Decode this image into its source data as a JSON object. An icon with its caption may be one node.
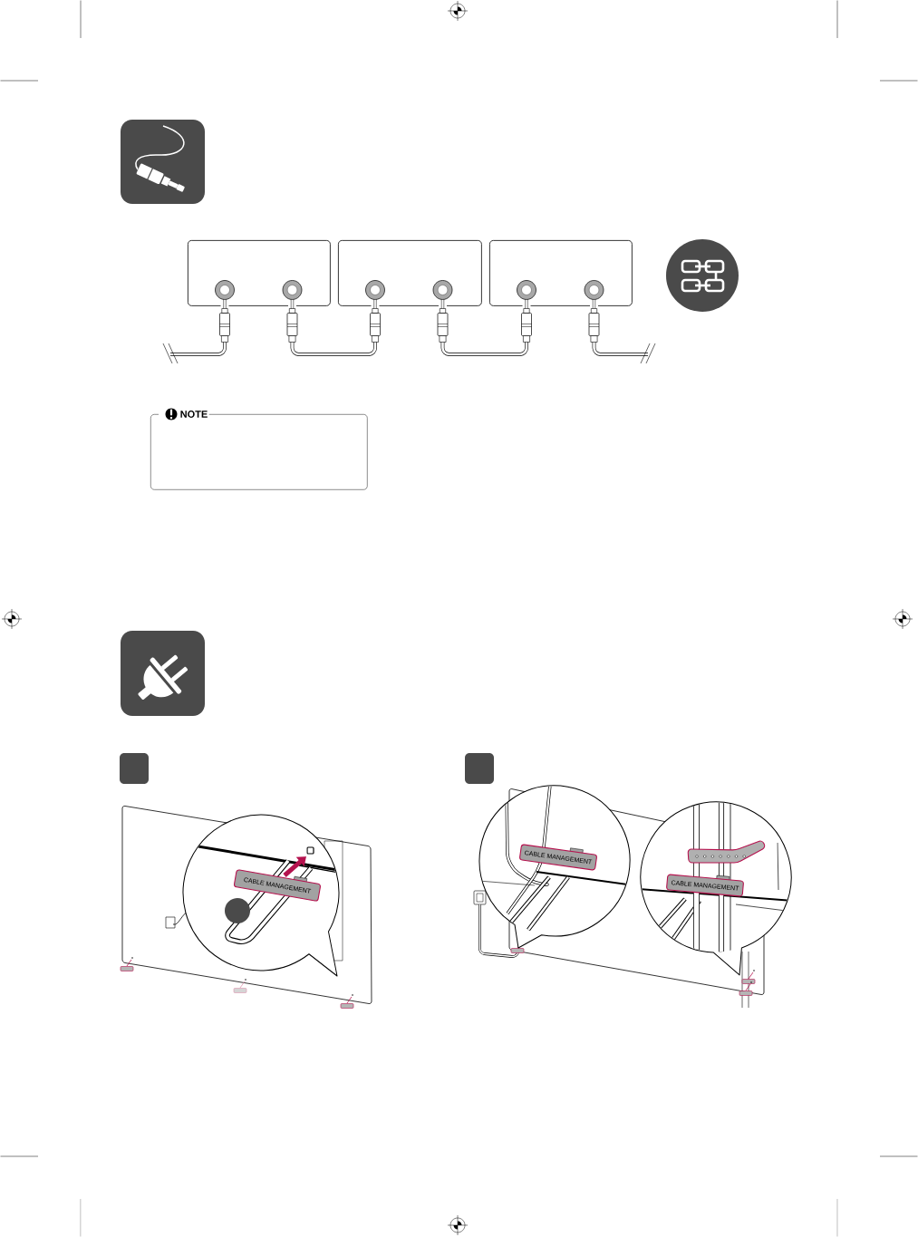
{
  "diagram": {
    "nodes": [
      {
        "text": [],
        "shape": "box"
      },
      {
        "text": [],
        "shape": "circle",
        "in": 0
      },
      {
        "text": [],
        "shape": "circle",
        "in": 0
      },
      {
        "text": [],
        "shape": "box"
      },
      {
        "text": [],
        "shape": "circle",
        "in": 3
      },
      {
        "text": [],
        "shape": "circle",
        "in": 3
      },
      {
        "text": [],
        "shape": "box"
      },
      {
        "text": [],
        "shape": "circle",
        "in": 6
      },
      {
        "text": [],
        "shape": "circle",
        "in": 6
      },
      {
        "text": [
          "NOTE"
        ]
      }
    ],
    "edges": [
      {
        "from": null,
        "to": 1,
        "arrow": "other"
      },
      {
        "from": 2,
        "to": 4,
        "arrow": "other"
      },
      {
        "from": 5,
        "to": 7,
        "arrow": "other"
      },
      {
        "from": 8,
        "to": null,
        "arrow": "other"
      }
    ],
    "labels": [
      "CABLE MANAGEMENT",
      "CABLE MANAGEMENT",
      "CABLE MANAGEMENT"
    ]
  }
}
